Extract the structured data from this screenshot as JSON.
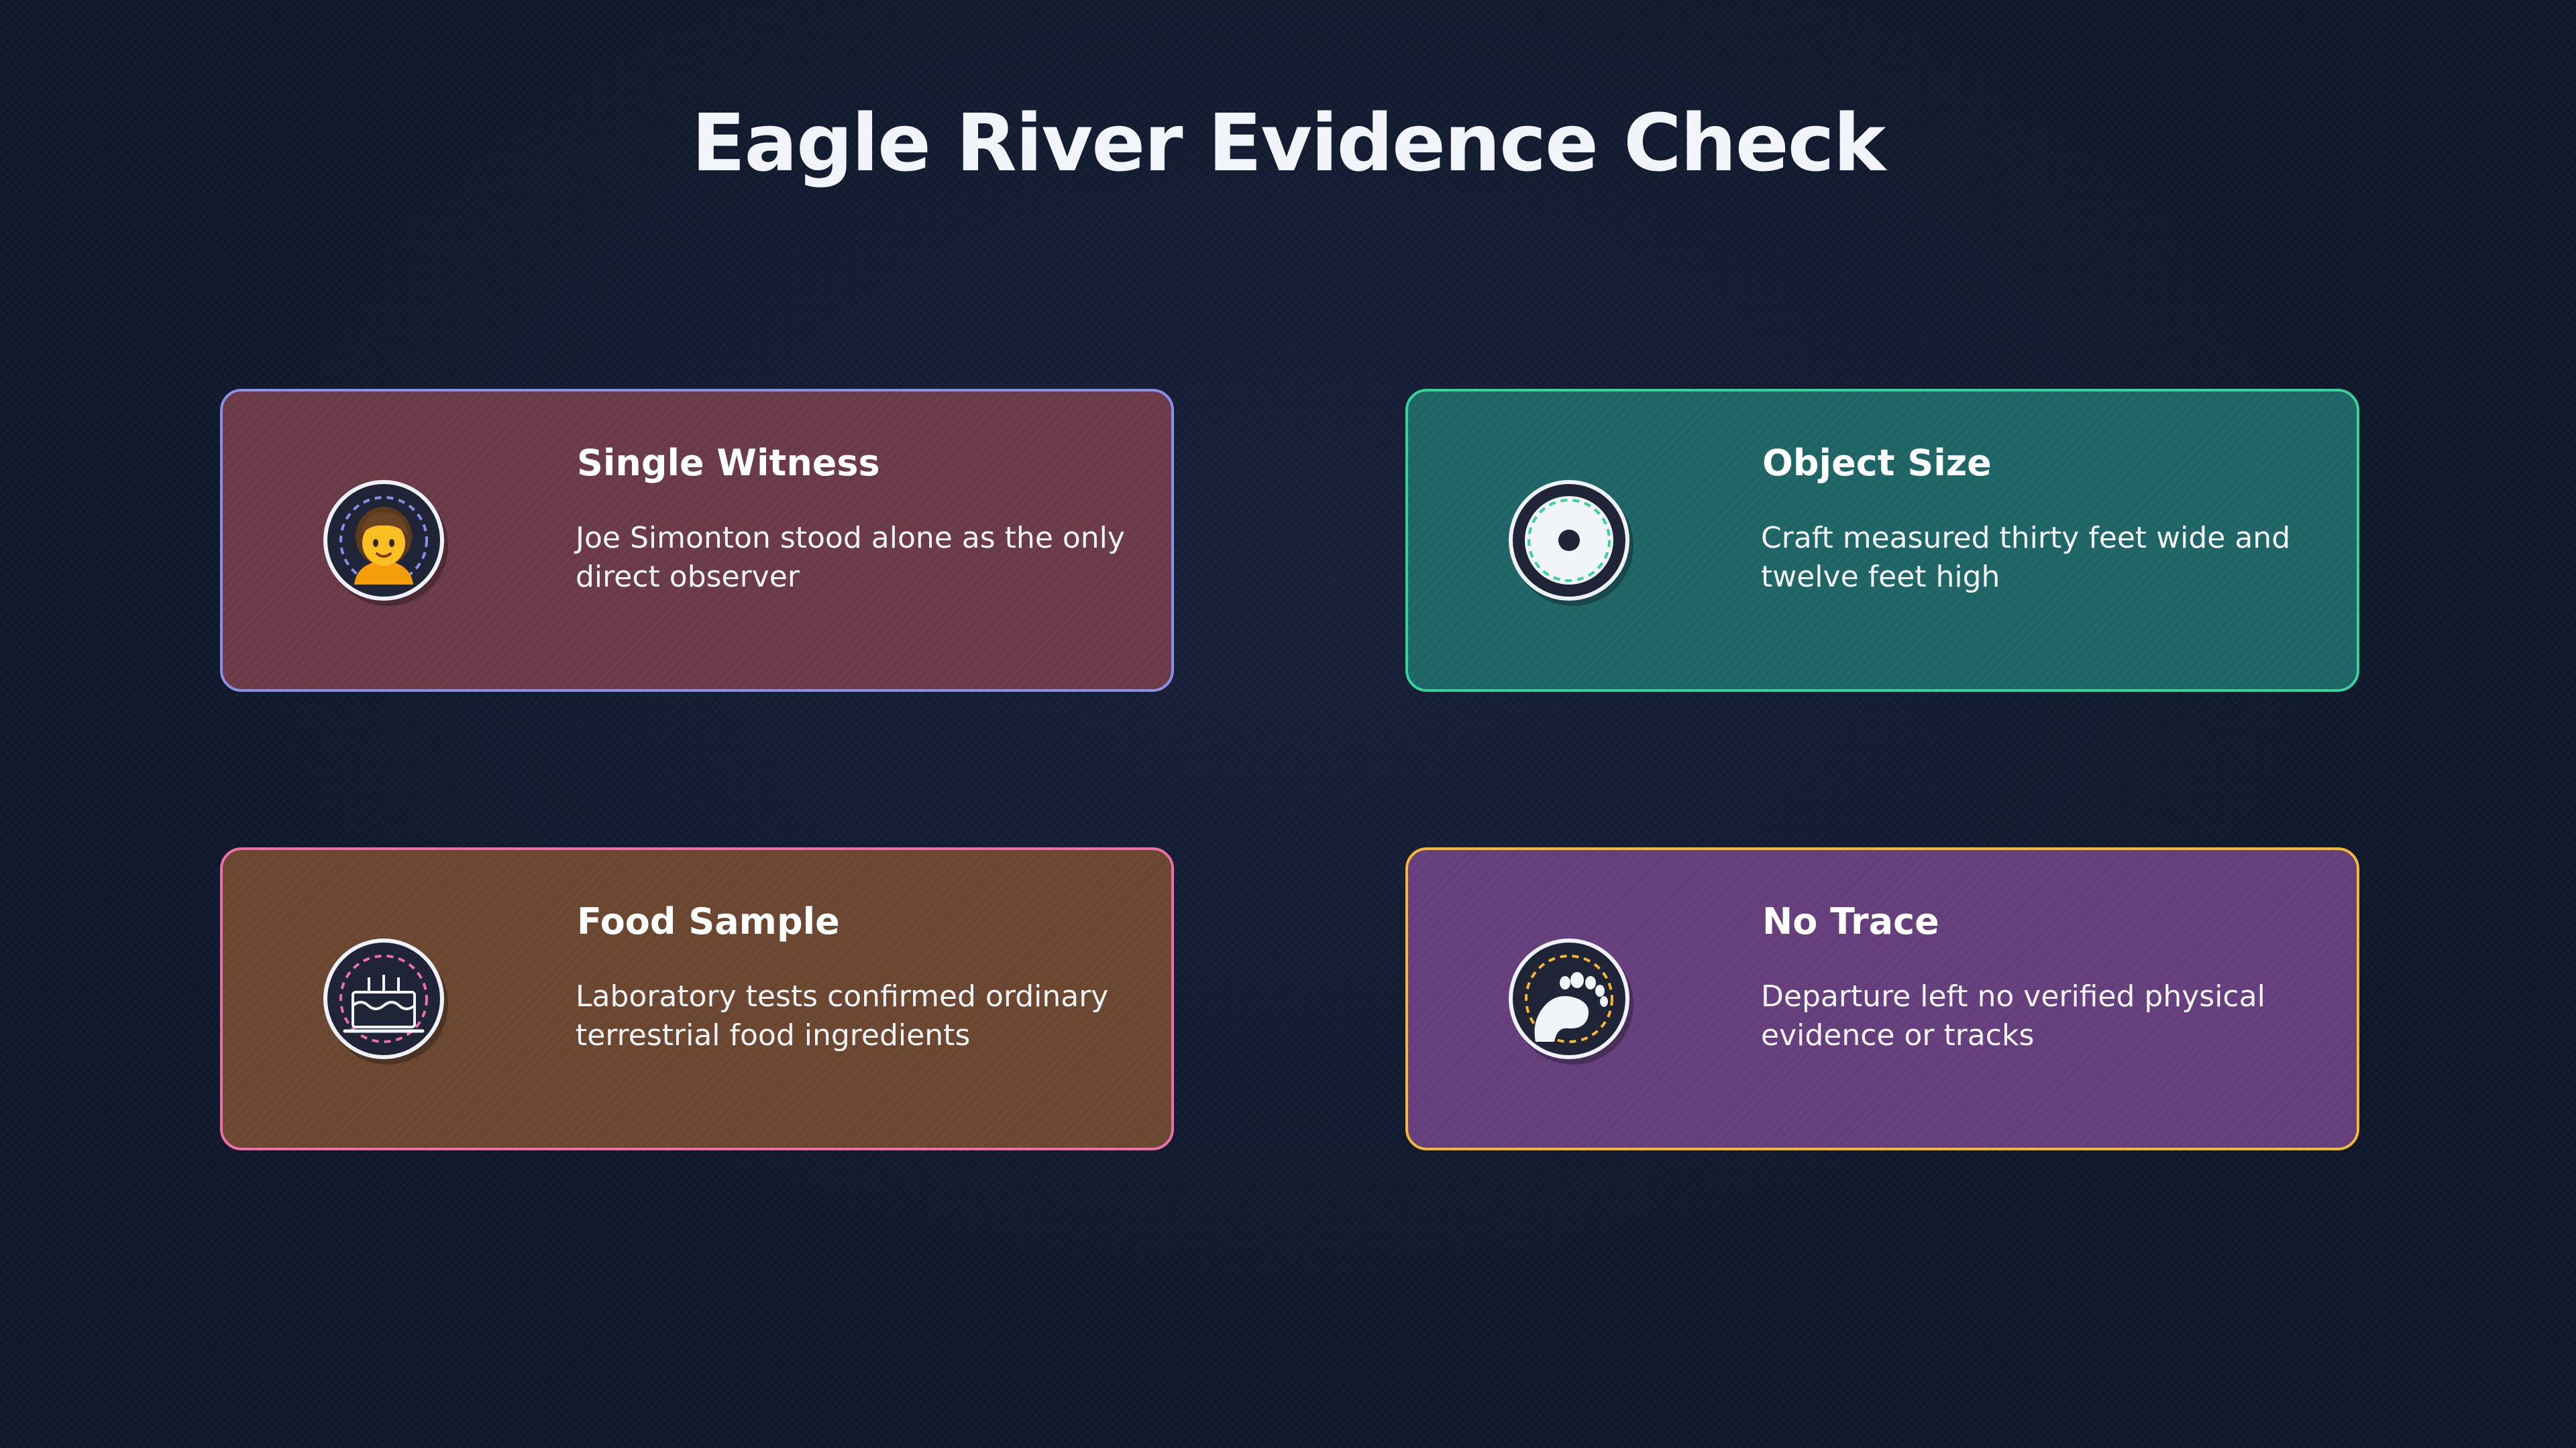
{
  "page": {
    "title": "Eagle River Evidence Check"
  },
  "cards": [
    {
      "title": "Single Witness",
      "description": "Joe Simonton stood alone as the only direct observer",
      "icon": "person-icon",
      "background": "#6b3a49",
      "border": "#8b8fe6"
    },
    {
      "title": "Object Size",
      "description": "Craft measured thirty feet wide and twelve feet high",
      "icon": "disc-icon",
      "background": "#1f6566",
      "border": "#34d399"
    },
    {
      "title": "Food Sample",
      "description": "Laboratory tests confirmed ordinary terrestrial food ingredients",
      "icon": "cake-icon",
      "background": "#6b4630",
      "border": "#ec6fa8"
    },
    {
      "title": "No Trace",
      "description": "Departure left no verified physical evidence or tracks",
      "icon": "footprint-icon",
      "background": "#653e7c",
      "border": "#f5b82e"
    }
  ],
  "colors": {
    "page_background": "#0f172a",
    "title_text": "#f1f5f9",
    "badge_background": "#1f2437",
    "badge_ring": "#eef1f7"
  }
}
